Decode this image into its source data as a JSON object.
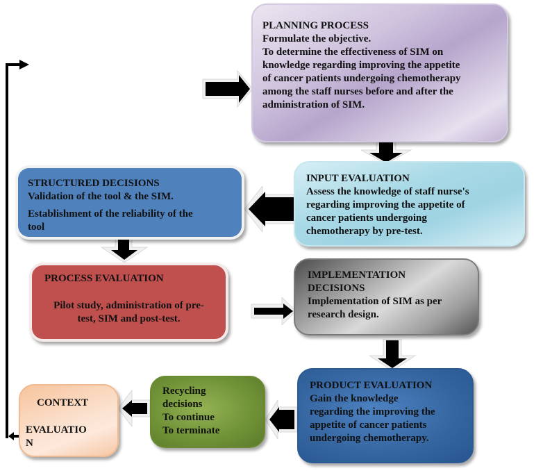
{
  "diagram": {
    "planning_process": {
      "title": "PLANNING PROCESS",
      "lines": [
        "Formulate the objective.",
        "To determine the effectiveness of SIM on",
        "knowledge regarding improving the appetite",
        "of cancer patients undergoing chemotherapy",
        "among the staff nurses before and after the",
        "administration of SIM."
      ],
      "color": "#b6a5cc"
    },
    "input_evaluation": {
      "title": "INPUT EVALUATION",
      "lines": [
        "Assess the knowledge of staff nurse's",
        "regarding improving the appetite of",
        "cancer patients undergoing",
        "chemotherapy by pre-test."
      ],
      "color": "#9ed3e3"
    },
    "structured_decisions": {
      "title": "STRUCTURED DECISIONS",
      "line1": "Validation of the tool & the SIM.",
      "line2": "Establishment of the reliability of the",
      "line3": "tool",
      "color": "#4f81bd"
    },
    "process_evaluation": {
      "title": "PROCESS EVALUATION",
      "line1": "Pilot study, administration of pre-",
      "line2": "test, SIM and post-test.",
      "color": "#c0504d"
    },
    "implementation_decisions": {
      "title_line1": "IMPLEMENTATION",
      "title_line2": "DECISIONS",
      "line1": "Implementation of SIM as per",
      "line2": "research design.",
      "color": "#9a9a9a"
    },
    "product_evaluation": {
      "title": "PRODUCT EVALUATION",
      "lines": [
        "Gain the knowledge",
        "regarding the improving the",
        "appetite of cancer patients",
        "undergoing chemotherapy."
      ],
      "color": "#35659f"
    },
    "recycling_decisions": {
      "lines": [
        "Recycling",
        "decisions",
        "To continue",
        "To terminate"
      ],
      "color": "#6f9136"
    },
    "context_evaluation": {
      "line1": "CONTEXT",
      "line2": "EVALUATIO",
      "line3": "N",
      "color": "#f7c49c"
    }
  },
  "arrows": [
    {
      "from": "feedback-loop",
      "to": "planning_process",
      "direction": "right"
    },
    {
      "from": "planning_process",
      "to": "input_evaluation",
      "direction": "down"
    },
    {
      "from": "input_evaluation",
      "to": "structured_decisions",
      "direction": "left"
    },
    {
      "from": "structured_decisions",
      "to": "process_evaluation",
      "direction": "down"
    },
    {
      "from": "process_evaluation",
      "to": "implementation_decisions",
      "direction": "right"
    },
    {
      "from": "implementation_decisions",
      "to": "product_evaluation",
      "direction": "down"
    },
    {
      "from": "product_evaluation",
      "to": "recycling_decisions",
      "direction": "left"
    },
    {
      "from": "recycling_decisions",
      "to": "context_evaluation",
      "direction": "left"
    },
    {
      "from": "context_evaluation",
      "to": "feedback-loop",
      "direction": "left"
    }
  ]
}
